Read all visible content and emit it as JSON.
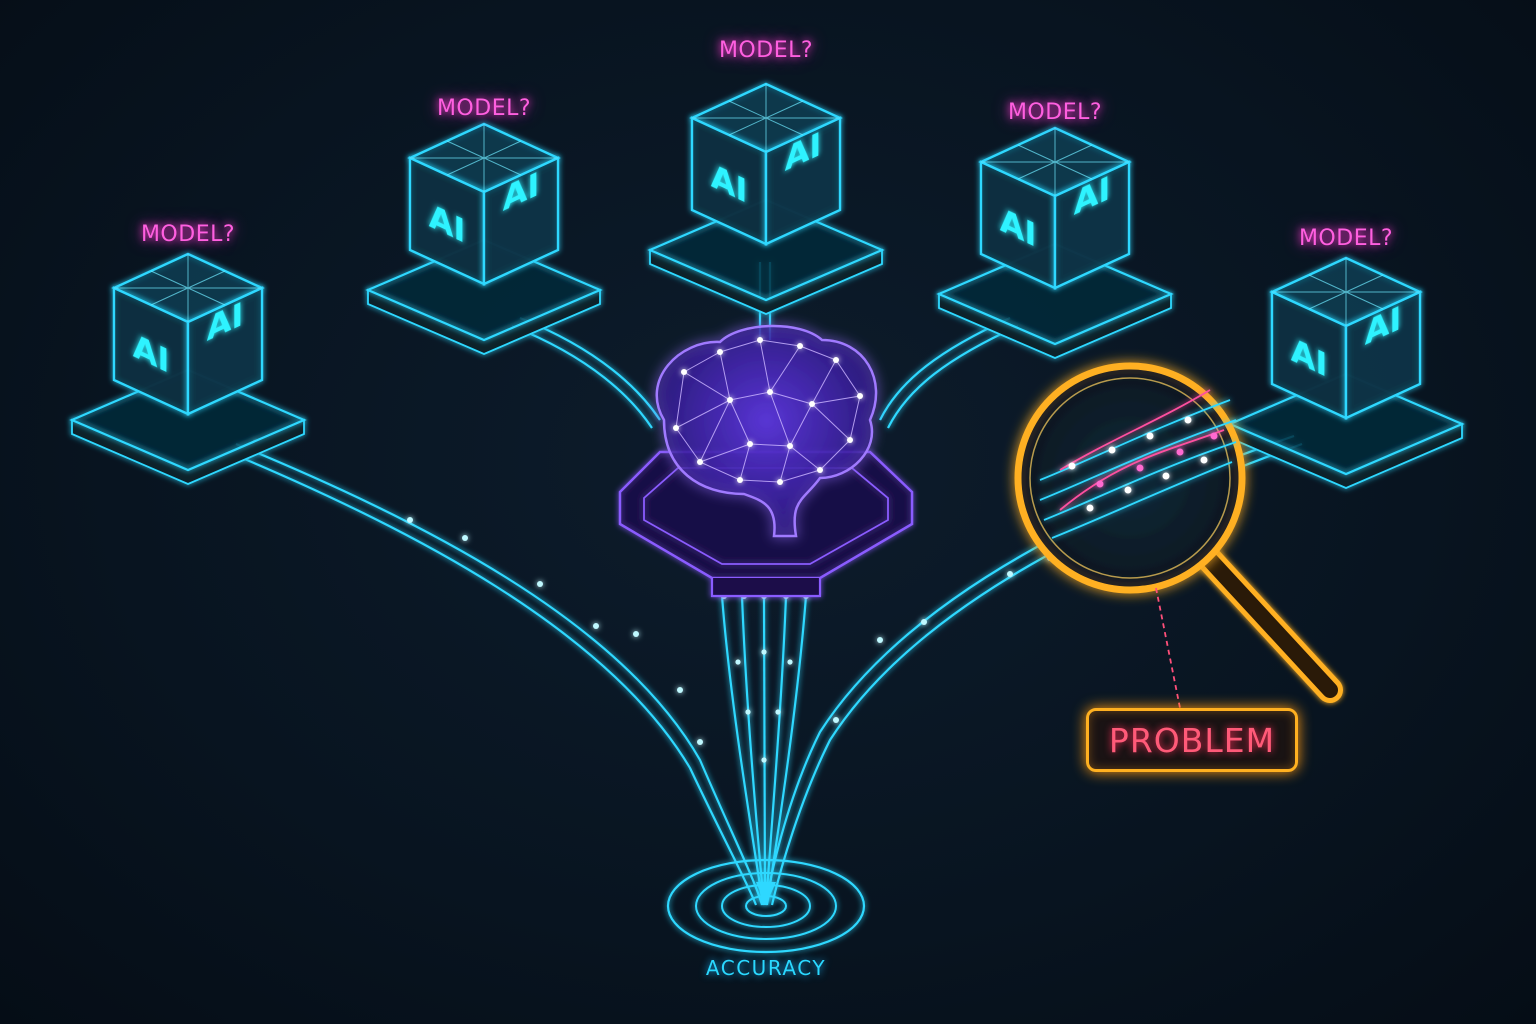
{
  "models": [
    {
      "label": "MODEL?",
      "face_left": "AI",
      "face_right": "AI"
    },
    {
      "label": "MODEL?",
      "face_left": "AI",
      "face_right": "AI"
    },
    {
      "label": "MODEL?",
      "face_left": "AI",
      "face_right": "AI"
    },
    {
      "label": "MODEL?",
      "face_left": "AI",
      "face_right": "AI"
    },
    {
      "label": "MODEL?",
      "face_left": "AI",
      "face_right": "AI"
    }
  ],
  "callout": {
    "label": "PROBLEM"
  },
  "target": {
    "label": "ACCURACY"
  },
  "icons": {
    "center": "brain-icon",
    "inspector": "magnifying-glass-icon",
    "goal": "target-icon"
  },
  "colors": {
    "background": "#08141f",
    "cyan": "#2ff3ff",
    "magenta_label": "#ff5fe0",
    "brain_violet": "#7a4dff",
    "magnifier_amber": "#ffb020",
    "problem_text": "#ff5a78"
  }
}
